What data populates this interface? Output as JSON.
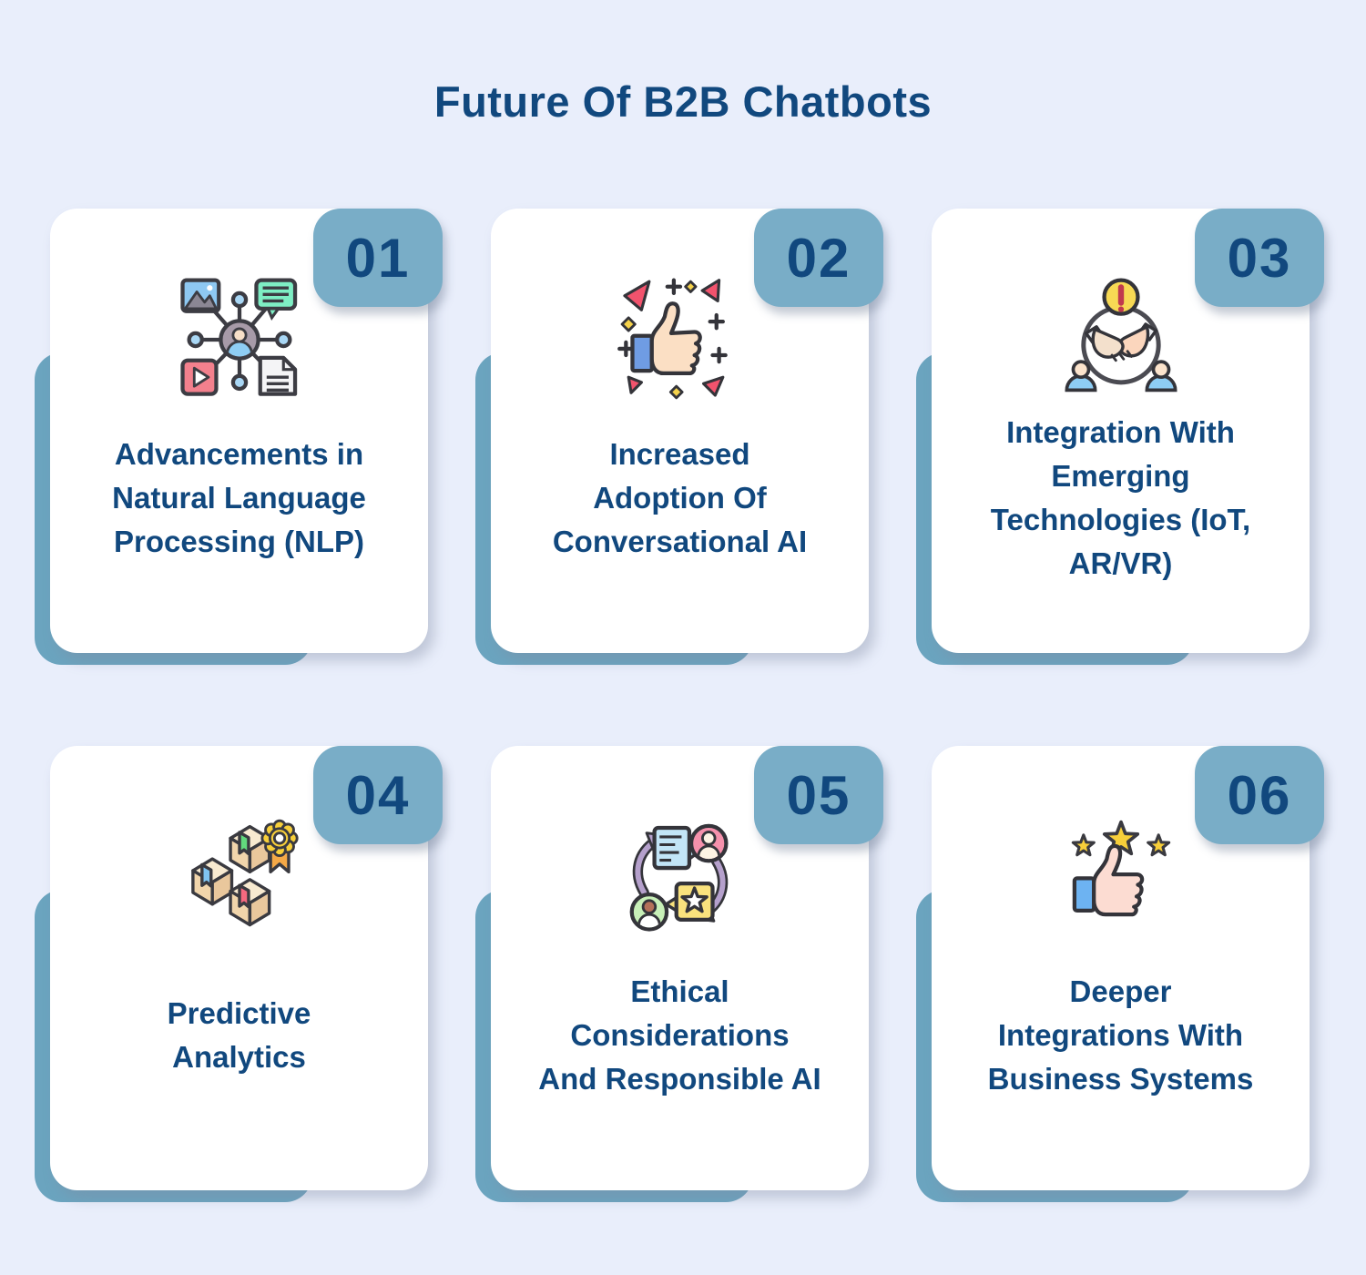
{
  "title": "Future Of B2B Chatbots",
  "colors": {
    "background": "#e9eefb",
    "card_background": "#ffffff",
    "badge_teal": "#79adc7",
    "shadow_teal": "#6ba4bf",
    "text_navy": "#11487e"
  },
  "cards": [
    {
      "number": "01",
      "icon": "media-network-icon",
      "label": "Advancements in\nNatural Language\nProcessing (NLP)"
    },
    {
      "number": "02",
      "icon": "thumbs-up-celebration-icon",
      "label": "Increased\nAdoption Of\nConversational AI"
    },
    {
      "number": "03",
      "icon": "partnership-alert-icon",
      "label": "Integration With\nEmerging\nTechnologies (IoT,\nAR/VR)"
    },
    {
      "number": "04",
      "icon": "packages-quality-icon",
      "label": "Predictive\nAnalytics"
    },
    {
      "number": "05",
      "icon": "feedback-exchange-icon",
      "label": "Ethical\nConsiderations\nAnd Responsible AI"
    },
    {
      "number": "06",
      "icon": "rating-thumbs-up-icon",
      "label": "Deeper\nIntegrations With\nBusiness Systems"
    }
  ]
}
